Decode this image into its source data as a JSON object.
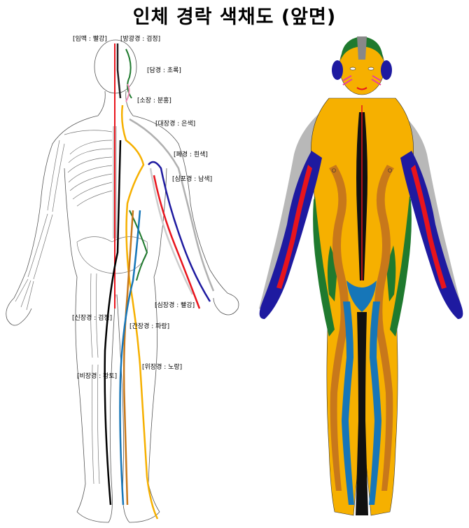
{
  "title": "인체 경락 색채도 (앞면)",
  "colors": {
    "ren": "#e8141c",
    "bladder": "#222222",
    "gall": "#1f7a2e",
    "small": "#f08ab8",
    "large": "#b0b0b0",
    "lung": "#d8d8d8",
    "pericardium": "#1e1aa0",
    "heart": "#e8141c",
    "kidney": "#000000",
    "liver": "#1676b8",
    "stomach": "#f6b000",
    "spleen": "#c8781a"
  },
  "labels": {
    "ren": "[임맥 : 빨강]",
    "bladder": "[방광경 : 검정]",
    "gall": "[담경 : 초록]",
    "small": "[소장 : 분홍]",
    "large": "[대장경 : 은색]",
    "lung": "[폐경 : 흰색]",
    "pericardium": "[심포경 : 남색]",
    "heart": "[심장경 : 빨강]",
    "kidney": "[신장경 : 검정]",
    "liver": "[간장경 : 파랑]",
    "stomach": "[위장경 : 노랑]",
    "spleen": "[비장경 : 황토]"
  }
}
